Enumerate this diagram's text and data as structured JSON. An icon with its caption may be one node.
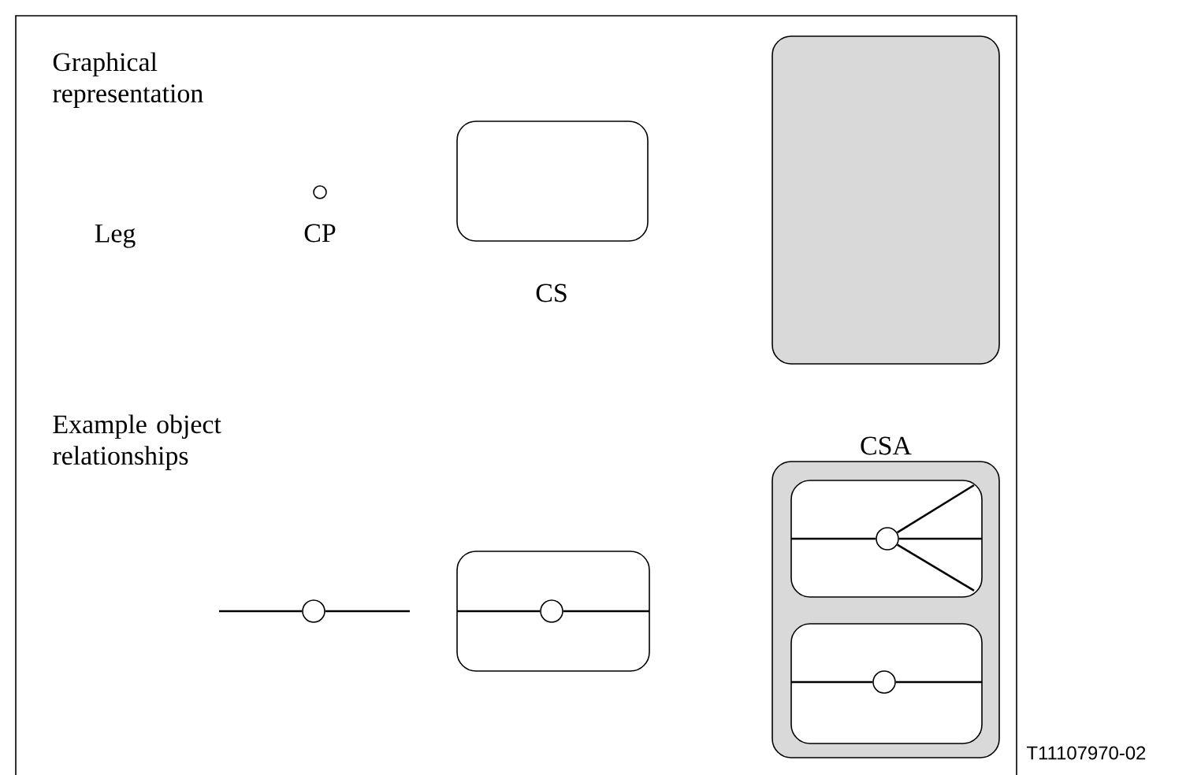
{
  "diagram": {
    "nodes": [
      {
        "text": [],
        "shape": "circle",
        "beside": [
          "CP"
        ]
      },
      {
        "text": [],
        "shape": "box",
        "beside": [
          "CS"
        ]
      },
      {
        "text": [],
        "shape": "box",
        "beside": [
          "CSA"
        ]
      },
      {
        "text": [],
        "shape": "circle"
      },
      {
        "text": [],
        "shape": "box"
      },
      {
        "text": [],
        "shape": "circle",
        "in": 4
      },
      {
        "text": [],
        "shape": "box"
      },
      {
        "text": [],
        "shape": "box",
        "in": 6
      },
      {
        "text": [],
        "shape": "circle",
        "in": 7
      },
      {
        "text": [],
        "shape": "box",
        "in": 6
      },
      {
        "text": [],
        "shape": "circle",
        "in": 9
      }
    ],
    "edges": [
      {
        "from": null,
        "to": 3,
        "arrow": "none"
      },
      {
        "from": 3,
        "to": null,
        "arrow": "none"
      },
      {
        "from": null,
        "to": 5,
        "arrow": "none"
      },
      {
        "from": 5,
        "to": null,
        "arrow": "none"
      },
      {
        "from": null,
        "to": 8,
        "arrow": "none"
      },
      {
        "from": 8,
        "to": null,
        "arrow": "none"
      },
      {
        "from": 8,
        "to": null,
        "arrow": "none"
      },
      {
        "from": 8,
        "to": null,
        "arrow": "none"
      },
      {
        "from": null,
        "to": 10,
        "arrow": "none"
      },
      {
        "from": 10,
        "to": null,
        "arrow": "none"
      }
    ],
    "labels": [
      "Graphical representation",
      "Leg",
      "Example object relationships",
      "T11107970-02"
    ]
  }
}
